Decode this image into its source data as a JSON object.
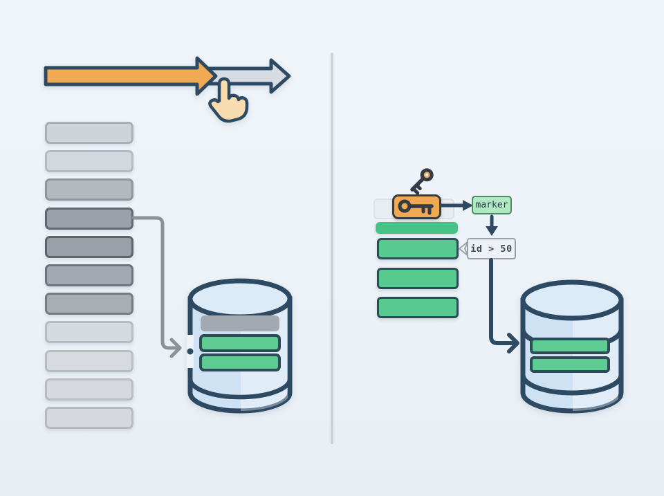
{
  "diagram": {
    "divider_color": "#c8d1d9",
    "background": "#eef4f8"
  },
  "palette": {
    "navy_outline": "#2e4a63",
    "dark_outline": "#333b46",
    "accent_orange": "#f2a953",
    "hand_fill": "#f8dcb0",
    "secondary_arrow_gray": "#d5dce3",
    "connector_gray": "#8b929a",
    "green_fill": "#57cb8f",
    "green_border": "#2d4b57",
    "green_light": "#b2e8c2",
    "db_body_fill": "#cfe2f3",
    "db_top_fill": "#dcebf8",
    "db_gray_bar": "#a3a9b1"
  },
  "left_panel": {
    "arrows": {
      "primary_fill": "#f2a953",
      "secondary_fill": "#d5dce3"
    },
    "rows": [
      {
        "fill": "#cdd3d9",
        "border": "#a9afb6"
      },
      {
        "fill": "#d3d8dd",
        "border": "#b5bac0"
      },
      {
        "fill": "#b3b9bf",
        "border": "#8f959c"
      },
      {
        "fill": "#9ba1a9",
        "border": "#60676f"
      },
      {
        "fill": "#9aa0a8",
        "border": "#5d646c"
      },
      {
        "fill": "#a3a9b0",
        "border": "#6d747b"
      },
      {
        "fill": "#a9aeb5",
        "border": "#757b82"
      },
      {
        "fill": "#d5dade",
        "border": "#b7bcc1"
      },
      {
        "fill": "#d7dbdf",
        "border": "#b9bdc2"
      },
      {
        "fill": "#d6dade",
        "border": "#b8bcc1"
      },
      {
        "fill": "#d5d9dd",
        "border": "#b7bbc0"
      }
    ],
    "database_bars": [
      "#a3a9b1",
      "#5ecb92",
      "#5ecb92"
    ]
  },
  "right_panel": {
    "marker_label": "marker",
    "condition_label": "id > 50",
    "ghost_row": {
      "fill": "#e8edf2",
      "border": "#dbe1e7"
    },
    "thin_bar_fill": "#46c286",
    "rows": [
      {
        "fill": "#57cb8f",
        "border": "#2d4b57"
      },
      {
        "fill": "#57cb8f",
        "border": "#2d4b57"
      },
      {
        "fill": "#57cb8f",
        "border": "#2d4b57"
      }
    ],
    "database_bars": [
      "#5ecb92",
      "#5ecb92"
    ]
  },
  "icons": {
    "pagination_arrow": "right-arrow",
    "cursor": "pointing-hand",
    "key": "key",
    "database": "cylinder-database",
    "marker_pointer": "down-arrow",
    "condition_tail": "left-dart"
  }
}
